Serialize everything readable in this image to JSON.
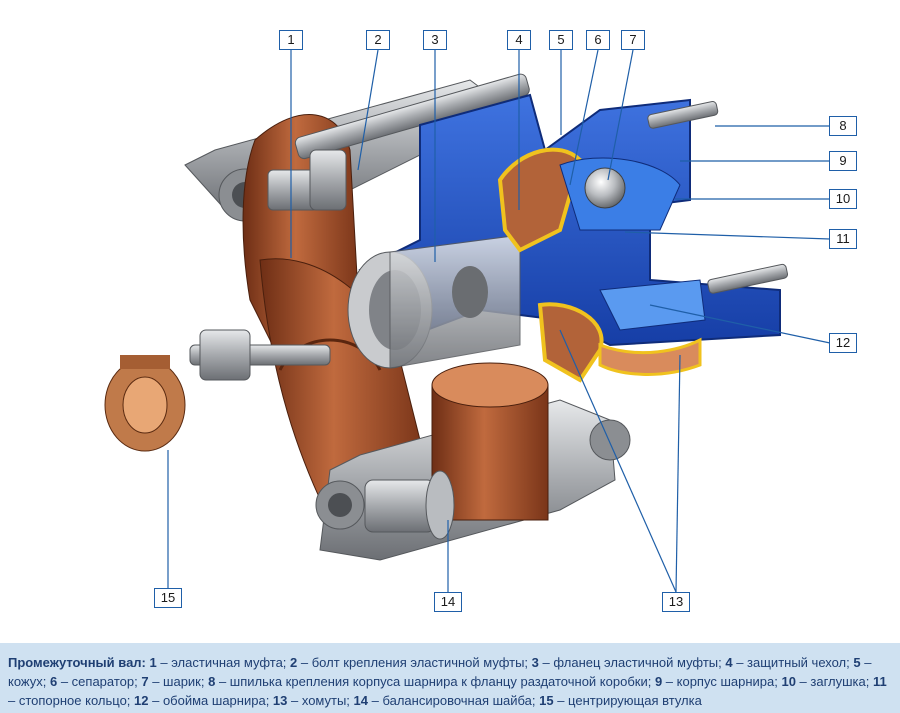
{
  "callouts": [
    {
      "id": "1",
      "label": "1"
    },
    {
      "id": "2",
      "label": "2"
    },
    {
      "id": "3",
      "label": "3"
    },
    {
      "id": "4",
      "label": "4"
    },
    {
      "id": "5",
      "label": "5"
    },
    {
      "id": "6",
      "label": "6"
    },
    {
      "id": "7",
      "label": "7"
    },
    {
      "id": "8",
      "label": "8"
    },
    {
      "id": "9",
      "label": "9"
    },
    {
      "id": "10",
      "label": "10"
    },
    {
      "id": "11",
      "label": "11"
    },
    {
      "id": "12",
      "label": "12"
    },
    {
      "id": "13",
      "label": "13"
    },
    {
      "id": "14",
      "label": "14"
    },
    {
      "id": "15",
      "label": "15"
    }
  ],
  "caption": {
    "title": "Промежуточный вал:",
    "items": [
      {
        "num": "1",
        "text": " – эластичная муфта; "
      },
      {
        "num": "2",
        "text": " – болт крепления эластичной муфты; "
      },
      {
        "num": "3",
        "text": " – фланец эластичной муфты; "
      },
      {
        "num": "4",
        "text": " – защитный чехол; "
      },
      {
        "num": "5",
        "text": " – кожух; "
      },
      {
        "num": "6",
        "text": " – сепаратор; "
      },
      {
        "num": "7",
        "text": " – шарик; "
      },
      {
        "num": "8",
        "text": " – шпилька крепления корпуса шарнира к фланцу раздаточной коробки; "
      },
      {
        "num": "9",
        "text": " – корпус шарнира; "
      },
      {
        "num": "10",
        "text": " – заглушка; "
      },
      {
        "num": "11",
        "text": " – стопорное кольцо; "
      },
      {
        "num": "12",
        "text": " – обойма шарнира; "
      },
      {
        "num": "13",
        "text": " – хомуты; "
      },
      {
        "num": "14",
        "text": " – балансировочная шайба; "
      },
      {
        "num": "15",
        "text": " – центрирующая втулка"
      }
    ]
  },
  "colors": {
    "rubber": "#9a4a26",
    "steel": "#a9acb0",
    "housing": "#1e4fc4",
    "boot": "#f0c21e",
    "callout_border": "#1f5fa8",
    "caption_bg": "#cfe1f1",
    "caption_text": "#1f3f73"
  }
}
